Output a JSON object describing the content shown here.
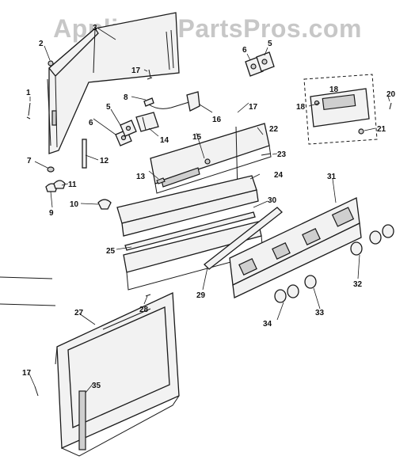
{
  "watermark": "AppliancePartsPros.com",
  "callouts": {
    "c1": "1",
    "c2": "2",
    "c3": "3",
    "c5a": "5",
    "c5b": "5",
    "c6a": "6",
    "c6b": "6",
    "c7": "7",
    "c8": "8",
    "c9": "9",
    "c10": "10",
    "c11": "11",
    "c12": "12",
    "c13": "13",
    "c14": "14",
    "c15": "15",
    "c16": "16",
    "c17a": "17",
    "c17b": "17",
    "c17c": "17",
    "c18a": "18",
    "c18b": "18",
    "c20": "20",
    "c21": "21",
    "c22": "22",
    "c23": "23",
    "c24": "24",
    "c25": "25",
    "c27": "27",
    "c28": "28",
    "c29": "29",
    "c30": "30",
    "c31": "31",
    "c32": "32",
    "c33": "33",
    "c34": "34",
    "c35": "35"
  }
}
